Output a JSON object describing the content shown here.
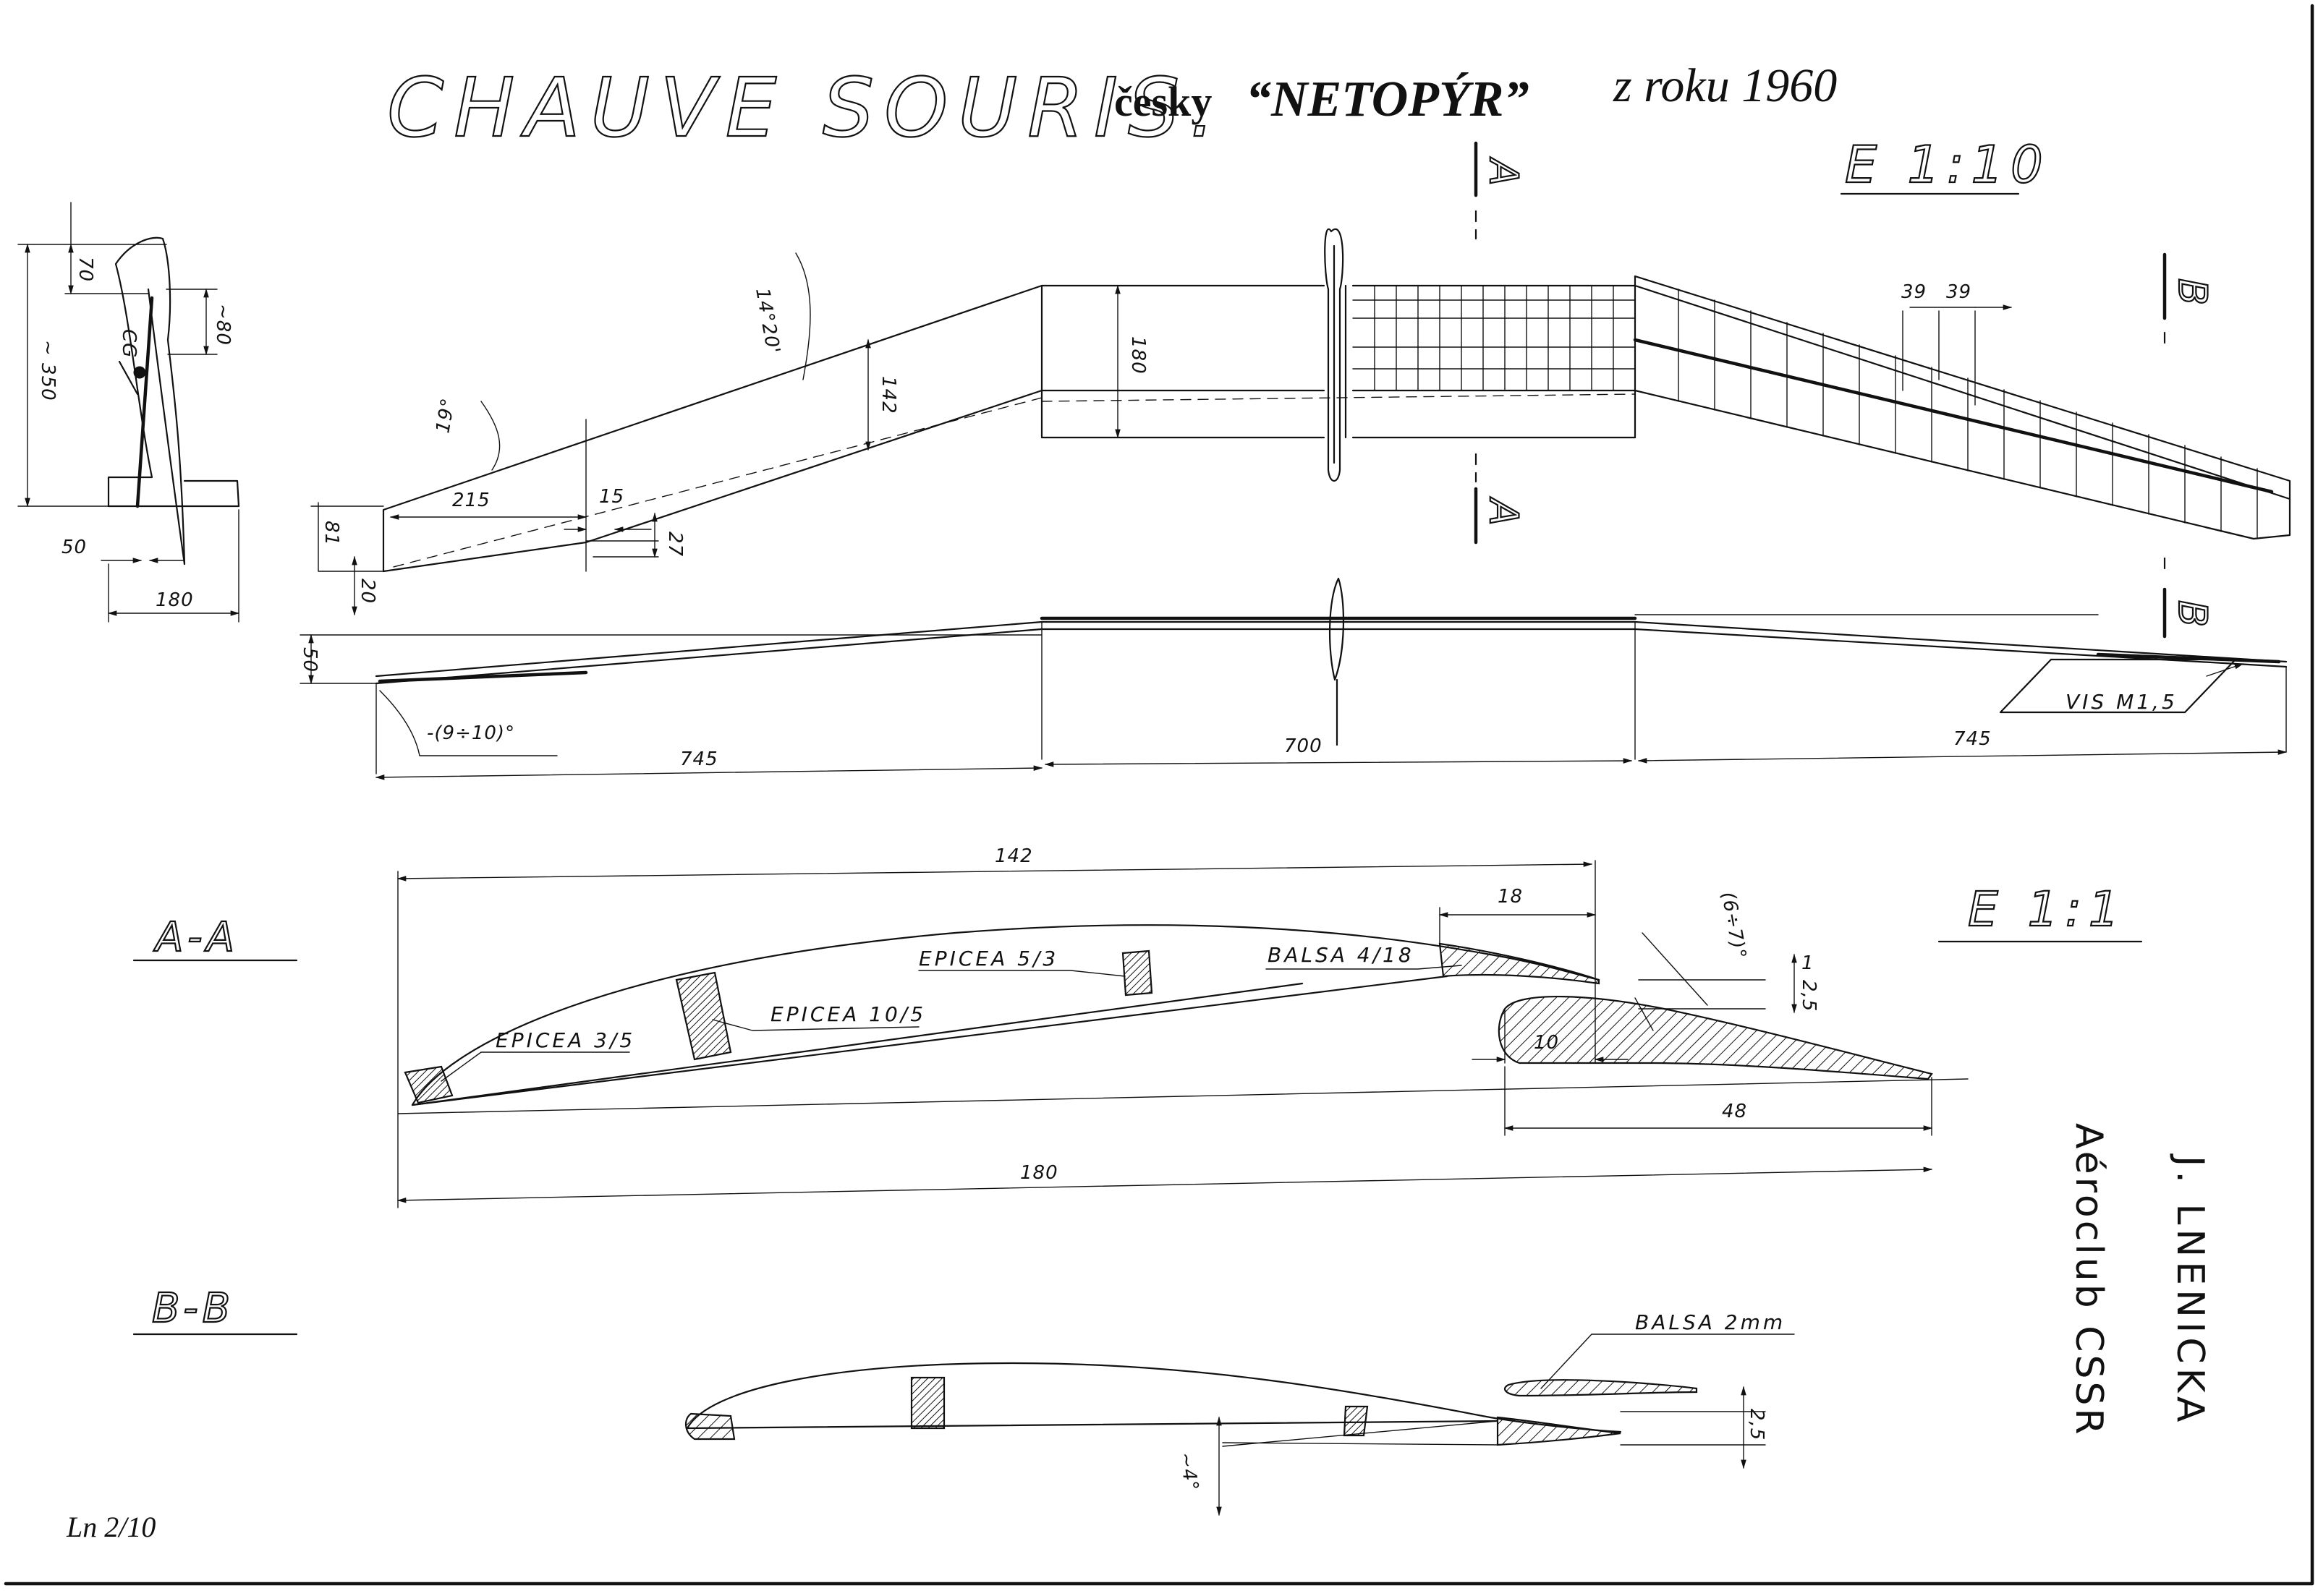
{
  "title": {
    "main": "CHAUVE SOURIS.",
    "cz_prefix": "česky",
    "cz_name": "“NETOPÝR”",
    "year": "z roku 1960"
  },
  "scales": {
    "plan": "E 1:10",
    "profile": "E 1:1"
  },
  "section_markers": {
    "a": "A",
    "b": "B"
  },
  "side_view": {
    "cg": "CG",
    "d_top": "70",
    "d_height": "~ 350",
    "d_fin": "~80",
    "d_base": "50",
    "d_width": "180"
  },
  "plan_view": {
    "sweep_angle": "14°20'",
    "tip_angle": "19°",
    "center_chord": "180",
    "mid_chord": "142",
    "d_215": "215",
    "d_15": "15",
    "d_27": "27",
    "d_81": "81",
    "d_20": "20",
    "rib_spacing_1": "39",
    "rib_spacing_2": "39"
  },
  "front_view": {
    "dihedral": "50",
    "washout": "-(9÷10)°",
    "span_left": "745",
    "span_center": "700",
    "span_right": "745",
    "screw": "VIS M1,5"
  },
  "section_aa": {
    "label": "A-A",
    "chord": "180",
    "front_chord": "142",
    "d_18": "18",
    "d_10": "10",
    "d_48": "48",
    "d_2_5": "2,5",
    "d_1": "1",
    "angle": "(6÷7)°",
    "spar_le": "EPICEA 3/5",
    "spar_main": "EPICEA 10/5",
    "spar_rear": "EPICEA 5/3",
    "trailing": "BALSA 4/18"
  },
  "section_bb": {
    "label": "B-B",
    "trailing": "BALSA 2mm",
    "d_2_5": "2,5",
    "angle": "~4°"
  },
  "credits": {
    "author": "J. LNENICKA",
    "club": "Aéroclub CSSR",
    "sheet_id": "Ln 2/10"
  }
}
